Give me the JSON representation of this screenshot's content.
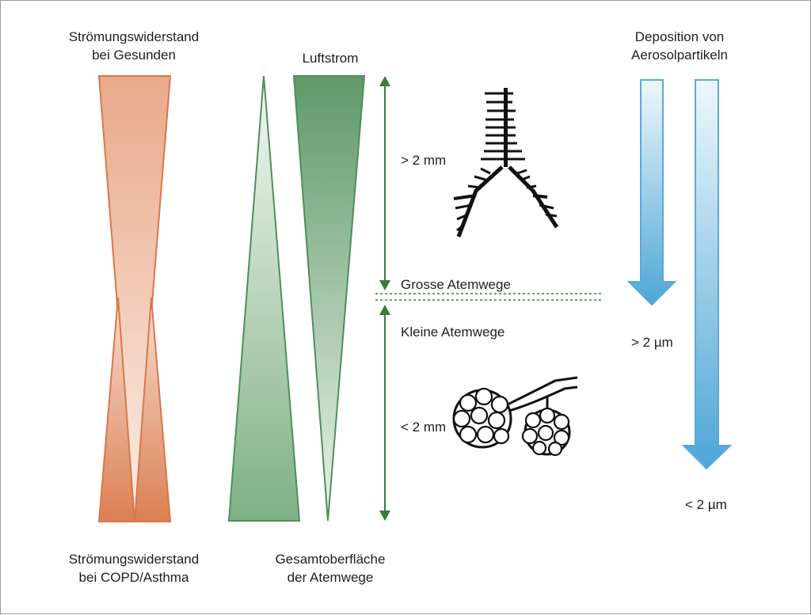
{
  "labels": {
    "resistance_healthy": [
      "Strömungswiderstand",
      "bei Gesunden"
    ],
    "airflow": "Luftstrom",
    "deposition": [
      "Deposition von",
      "Aerosolpartikeln"
    ],
    "resistance_copd": [
      "Strömungswiderstand",
      "bei COPD/Asthma"
    ],
    "surface_area": [
      "Gesamtoberfläche",
      "der Atemwege"
    ],
    "gt_2mm": "> 2 mm",
    "large_airways": "Grosse Atemwege",
    "small_airways": "Kleine Atemwege",
    "lt_2mm": "< 2 mm",
    "gt_2um": "> 2 µm",
    "lt_2um": "< 2 µm"
  },
  "colors": {
    "orange": "#d9774a",
    "orange_light": "#f6dccd",
    "green": "#4e8f5a",
    "green_light": "#e6f0e6",
    "green_line": "#3a7a3e",
    "blue": "#5aaad6",
    "blue_light": "#e8f4fa"
  },
  "icons": {
    "bronchi": "bronchial-tree-icon",
    "alveoli": "alveoli-cluster-icon"
  }
}
